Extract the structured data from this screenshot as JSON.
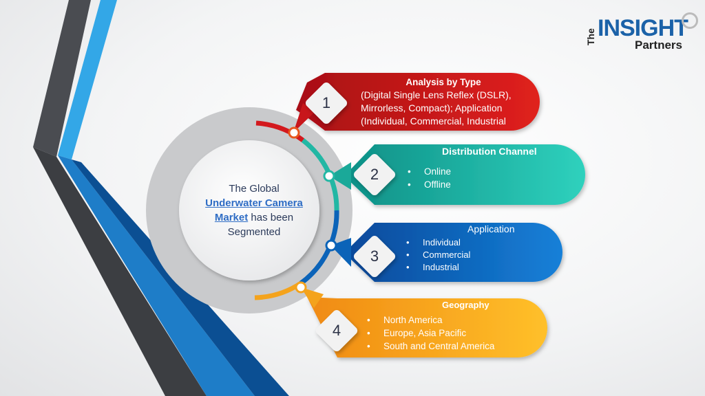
{
  "logo": {
    "the": "The",
    "insight": "INSIGHT",
    "partners": "Partners"
  },
  "center": {
    "line1": "The Global",
    "link": "Underwater Camera Market",
    "line2": "has been",
    "line3": "Segmented"
  },
  "segments": [
    {
      "number": "1",
      "title": "Analysis by Type",
      "lines": [
        "(Digital Single Lens Reflex (DSLR),",
        "Mirrorless, Compact); Application",
        "(Individual, Commercial, Industrial"
      ],
      "color": "#c8161b"
    },
    {
      "number": "2",
      "title": "Distribution Channel",
      "items": [
        "Online",
        "Offline"
      ],
      "color": "#1aa999"
    },
    {
      "number": "3",
      "title": "Application",
      "items": [
        "Individual",
        "Commercial",
        "Industrial"
      ],
      "color": "#0b63b8"
    },
    {
      "number": "4",
      "title": "Geography",
      "items": [
        "North America",
        "Europe, Asia Pacific",
        "South and Central America"
      ],
      "color": "#f4a31c"
    }
  ]
}
